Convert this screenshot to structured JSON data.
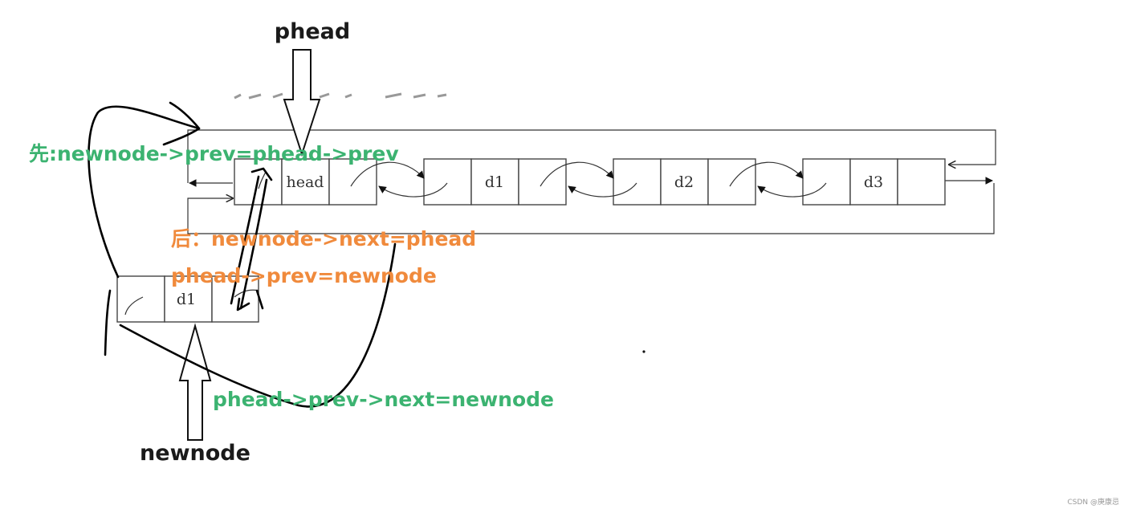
{
  "labels": {
    "phead": "phead",
    "newnode": "newnode"
  },
  "list_nodes": [
    "head",
    "d1",
    "d2",
    "d3"
  ],
  "new_node": "d1",
  "steps": {
    "first": "先:newnode->prev=phead->prev",
    "after_1": "后：newnode->next=phead",
    "after_2": "phead->prev=newnode",
    "last": "phead->prev->next=newnode"
  },
  "watermark": "CSDN @庚康忌",
  "colors": {
    "green": "#3cb371",
    "orange": "#f08a3c",
    "black": "#1a1a1a"
  }
}
